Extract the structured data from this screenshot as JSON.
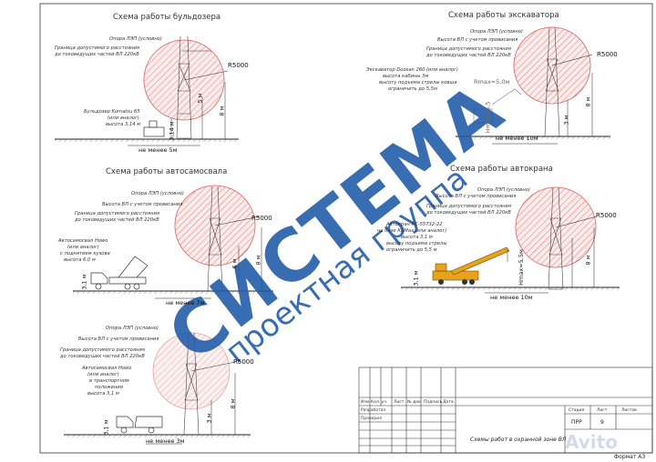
{
  "watermark": {
    "brand": "СИСТЕМА",
    "tagline": "проектная группа",
    "avito": "Avito"
  },
  "panels": {
    "bulldozer": {
      "title": "Схема работы бульдозера",
      "support": "Опора  ЛЭП (условно)",
      "zone": [
        "Граница допустимого расстояния",
        "до токоведущих частей ВЛ 220кВ"
      ],
      "machine": [
        "Бульдозер Komatsu 65",
        "(или аналог)",
        "высота 3,14 м"
      ],
      "radius": "R5000",
      "h1": "3,14 м",
      "h2": "5 м",
      "h3": "8 м",
      "distance": "не менее 5м"
    },
    "excavator": {
      "title": "Схема работы экскаватора",
      "support": "Опора  ЛЭП (условно)",
      "line": "Высота ВЛ с учетом провисания",
      "zone": [
        "Граница допустимого расстояния",
        "до токоведущих частей ВЛ 220кВ"
      ],
      "machine": [
        "Экскаватор Doosan 260 (или аналог)",
        "высота кабины 3м",
        "высоту подъема стрелы ковша",
        "ограничить до 5,5м"
      ],
      "rmax": "Rmax=5,0м",
      "hmax": "Hmax=5,5",
      "radius": "R5000",
      "h1": "3 м",
      "h3": "8 м",
      "distance": "не менее 10м"
    },
    "mixer": {
      "title": "Схема работы автосамосвала",
      "support": "Опора  ЛЭП (условно)",
      "line": "Высота ВЛ с учетом провисания",
      "zone": [
        "Граница допустимого расстояния",
        "до токоведущих частей ВЛ 220кВ"
      ],
      "machine": [
        "Автосамосвал Howo",
        "(или аналог)",
        "с поднятием кузова",
        "высота 6,0 м"
      ],
      "radius": "R5000",
      "h1": "3,1 м",
      "h2": "6 м",
      "h3": "8 м",
      "distance": "не менее 7м"
    },
    "crane": {
      "title": "Схема работы автокрана",
      "support": "Опора  ЛЭП (условно)",
      "line": "Высота ВЛ с учетом провисания",
      "zone": [
        "Граница допустимого расстояния",
        "до токоведущих частей ВЛ 220кВ"
      ],
      "machine": [
        "Автокран КС-55732-22",
        "на базе КАМаз (или аналог)",
        "высота 3,1 м",
        "высоту подъема стрелы",
        "ограничить до 5,5 м"
      ],
      "hmax": "Hmax=5,5м",
      "radius": "R5000",
      "h1": "3,1 м",
      "h3": "8 м",
      "distance": "не менее 10м"
    },
    "dumptruck": {
      "support": "Опора  ЛЭП (условно)",
      "line": "Высота ВЛ с учетом провисания",
      "zone": [
        "Граница допустимого расстояния",
        "до токоведущих частей ВЛ 220кВ"
      ],
      "machine": [
        "Автосамосвал Howo",
        "(или аналог)",
        "в транспортном",
        "положении",
        "высота 3,1 м"
      ],
      "radius": "R5000",
      "h1": "3,1 м",
      "h2": "3 м",
      "h3": "8 м",
      "distance": "не менее 3м"
    }
  },
  "stamp": {
    "headers": [
      "Изм.",
      "Кол. уч.",
      "Лист",
      "№ док.",
      "Подпись",
      "Дата"
    ],
    "roles": [
      "Разработал",
      "Проверил"
    ],
    "sheet_title": "Схемы работ в охранной зоне ВЛ",
    "col_stage": "Стадия",
    "col_sheet": "Лист",
    "col_sheets": "Листов",
    "stage": "ПРР",
    "sheet": "9"
  },
  "format": "Формат А3"
}
